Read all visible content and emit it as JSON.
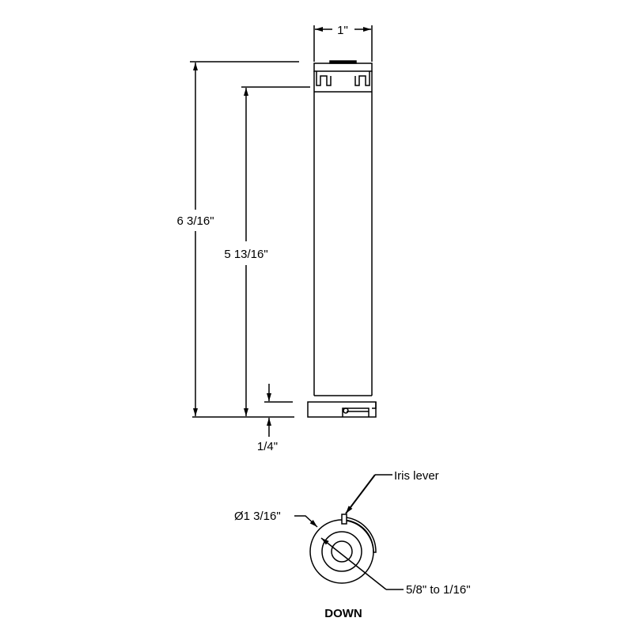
{
  "dimensions": {
    "width": "1\"",
    "overall_height": "6 3/16\"",
    "body_height": "5 13/16\"",
    "base_height": "1/4\"",
    "diameter": "Ø1 3/16\"",
    "aperture_range": "5/8\" to 1/16\""
  },
  "labels": {
    "iris_lever": "Iris lever",
    "view": "DOWN"
  },
  "colors": {
    "line": "#000000",
    "background": "#ffffff"
  }
}
